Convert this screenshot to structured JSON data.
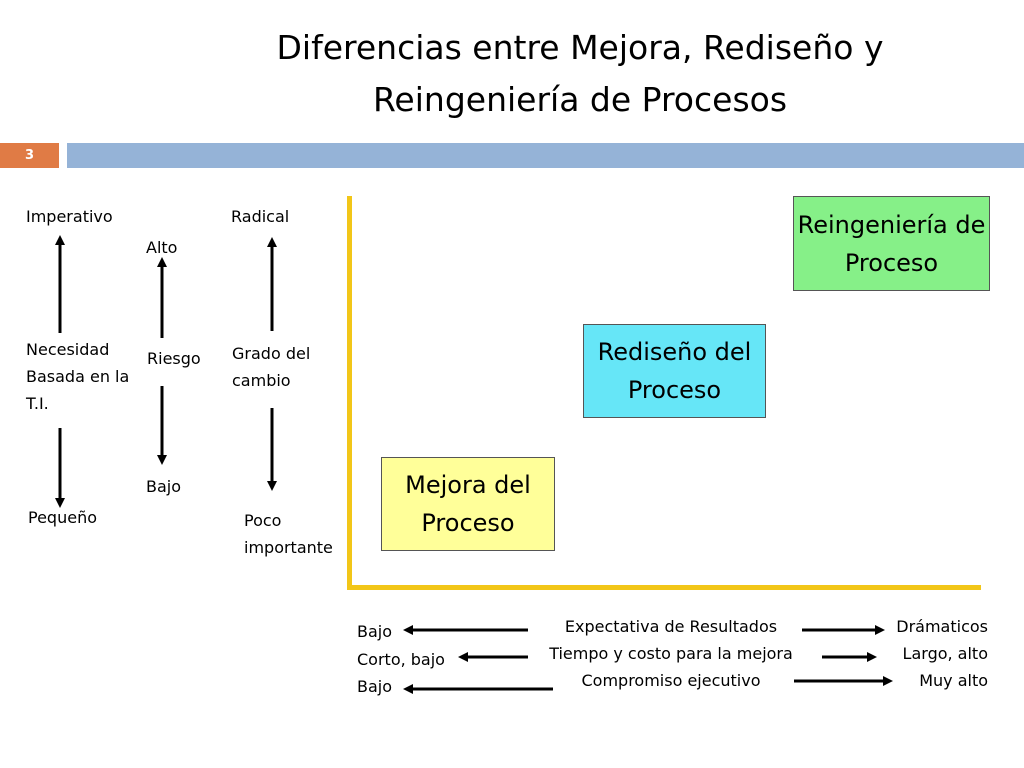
{
  "slide": {
    "title": "Diferencias entre Mejora, Rediseño y Reingeniería de Procesos",
    "number": "3"
  },
  "left_scales": {
    "necesidad": {
      "top": "Imperativo",
      "label": "Necesidad Basada en la T.I.",
      "bottom": "Pequeño"
    },
    "riesgo": {
      "top": "Alto",
      "label": "Riesgo",
      "bottom": "Bajo"
    },
    "cambio": {
      "top": "Radical",
      "label": "Grado del cambio",
      "bottom": "Poco importante"
    }
  },
  "boxes": {
    "mejora": "Mejora del Proceso",
    "rediseno": "Rediseño del Proceso",
    "reingenieria": "Reingeniería de Proceso"
  },
  "bottom_scales": [
    {
      "left": "Bajo",
      "label": "Expectativa de Resultados",
      "right": "Drámaticos"
    },
    {
      "left": "Corto, bajo",
      "label": "Tiempo y costo para la mejora",
      "right": "Largo, alto"
    },
    {
      "left": "Bajo",
      "label": "Compromiso ejecutivo",
      "right": "Muy alto"
    }
  ],
  "colors": {
    "slide_number_bg": "#e07b45",
    "band": "#95b3d7",
    "axis": "#f2c618",
    "mejora_box": "#ffff99",
    "rediseno_box": "#66e6f7",
    "reingenieria_box": "#86f088"
  }
}
